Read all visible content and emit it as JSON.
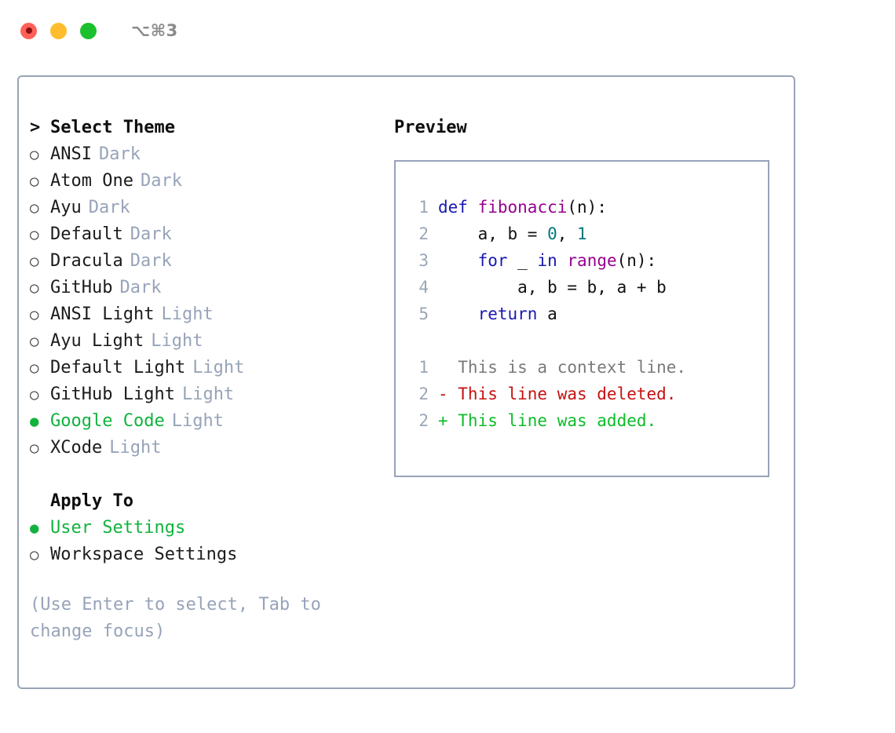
{
  "titlebar": {
    "shortcut": "⌥⌘3",
    "buttons": {
      "close": "close-button",
      "minimize": "minimize-button",
      "maximize": "maximize-button"
    }
  },
  "left": {
    "header_marker": ">",
    "header_label": "Select Theme",
    "themes": [
      {
        "marker": "○",
        "label": "ANSI",
        "badge": "Dark",
        "selected": false
      },
      {
        "marker": "○",
        "label": "Atom One",
        "badge": "Dark",
        "selected": false
      },
      {
        "marker": "○",
        "label": "Ayu",
        "badge": "Dark",
        "selected": false
      },
      {
        "marker": "○",
        "label": "Default",
        "badge": "Dark",
        "selected": false
      },
      {
        "marker": "○",
        "label": "Dracula",
        "badge": "Dark",
        "selected": false
      },
      {
        "marker": "○",
        "label": "GitHub",
        "badge": "Dark",
        "selected": false
      },
      {
        "marker": "○",
        "label": "ANSI Light",
        "badge": "Light",
        "selected": false
      },
      {
        "marker": "○",
        "label": "Ayu Light",
        "badge": "Light",
        "selected": false
      },
      {
        "marker": "○",
        "label": "Default Light",
        "badge": "Light",
        "selected": false
      },
      {
        "marker": "○",
        "label": "GitHub Light",
        "badge": "Light",
        "selected": false
      },
      {
        "marker": "●",
        "label": "Google Code",
        "badge": "Light",
        "selected": true
      },
      {
        "marker": "○",
        "label": "XCode",
        "badge": "Light",
        "selected": false
      }
    ],
    "apply_to_header": "Apply To",
    "apply_to": [
      {
        "marker": "●",
        "label": "User Settings",
        "selected": true
      },
      {
        "marker": "○",
        "label": "Workspace Settings",
        "selected": false
      }
    ],
    "hint": "(Use Enter to select, Tab to change focus)"
  },
  "right": {
    "preview_title": "Preview",
    "code_lines": [
      {
        "num": "1",
        "tokens": [
          {
            "t": "def",
            "c": "kw"
          },
          {
            "t": " ",
            "c": "plain"
          },
          {
            "t": "fibonacci",
            "c": "fn"
          },
          {
            "t": "(n):",
            "c": "punc"
          }
        ]
      },
      {
        "num": "2",
        "tokens": [
          {
            "t": "    a, b = ",
            "c": "plain"
          },
          {
            "t": "0",
            "c": "num"
          },
          {
            "t": ", ",
            "c": "plain"
          },
          {
            "t": "1",
            "c": "num"
          }
        ]
      },
      {
        "num": "3",
        "tokens": [
          {
            "t": "    ",
            "c": "plain"
          },
          {
            "t": "for",
            "c": "kw"
          },
          {
            "t": " _ ",
            "c": "plain"
          },
          {
            "t": "in",
            "c": "kw"
          },
          {
            "t": " ",
            "c": "plain"
          },
          {
            "t": "range",
            "c": "fn"
          },
          {
            "t": "(n):",
            "c": "punc"
          }
        ]
      },
      {
        "num": "4",
        "tokens": [
          {
            "t": "        a, b = b, a + b",
            "c": "plain"
          }
        ]
      },
      {
        "num": "5",
        "tokens": [
          {
            "t": "    ",
            "c": "plain"
          },
          {
            "t": "return",
            "c": "kw"
          },
          {
            "t": " a",
            "c": "plain"
          }
        ]
      }
    ],
    "diff_lines": [
      {
        "num": "1",
        "text": "  This is a context line.",
        "kind": "ctx"
      },
      {
        "num": "2",
        "text": "- This line was deleted.",
        "kind": "del"
      },
      {
        "num": "2",
        "text": "+ This line was added.",
        "kind": "add"
      }
    ]
  },
  "colors": {
    "accent_green": "#11b23e",
    "muted": "#97a3b8",
    "keyword": "#1919b0",
    "function": "#96008f",
    "number": "#00787a",
    "diff_delete": "#c71111",
    "diff_add": "#0dbc28",
    "border": "#97a3b6"
  }
}
